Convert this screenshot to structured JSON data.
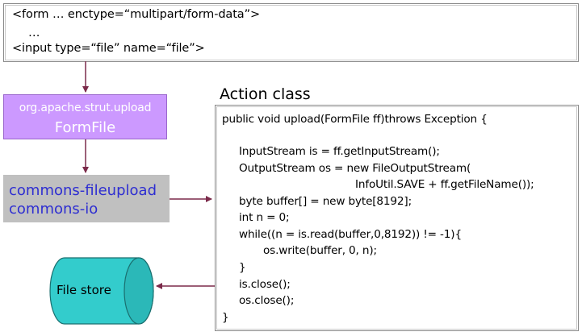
{
  "form_snippet": {
    "lines": [
      "<form  … enctype=“multipart/form-data”>",
      "…",
      "<input type=“file” name=“file”>"
    ]
  },
  "formfile_box": {
    "package": "org.apache.strut.upload",
    "class_name": "FormFile",
    "fill": "#cc99ff"
  },
  "commons_box": {
    "lines": [
      "commons-fileupload",
      "commons-io"
    ],
    "fill": "#c0c0c0",
    "text_color": "#2e2ed1"
  },
  "action_class": {
    "title": "Action class",
    "code_lines": [
      "public void upload(FormFile ff)throws Exception {",
      "InputStream is = ff.getInputStream();",
      "OutputStream os = new FileOutputStream(",
      "InfoUtil.SAVE + ff.getFileName());",
      "byte buffer[] = new byte[8192];",
      "int n = 0;",
      "while((n = is.read(buffer,0,8192)) != -1){",
      "os.write(buffer, 0, n);",
      "}",
      "is.close();",
      "os.close();",
      "}"
    ]
  },
  "file_store": {
    "label": "File store",
    "fill": "#33cccc"
  },
  "arrow_color": "#7b2a4a"
}
